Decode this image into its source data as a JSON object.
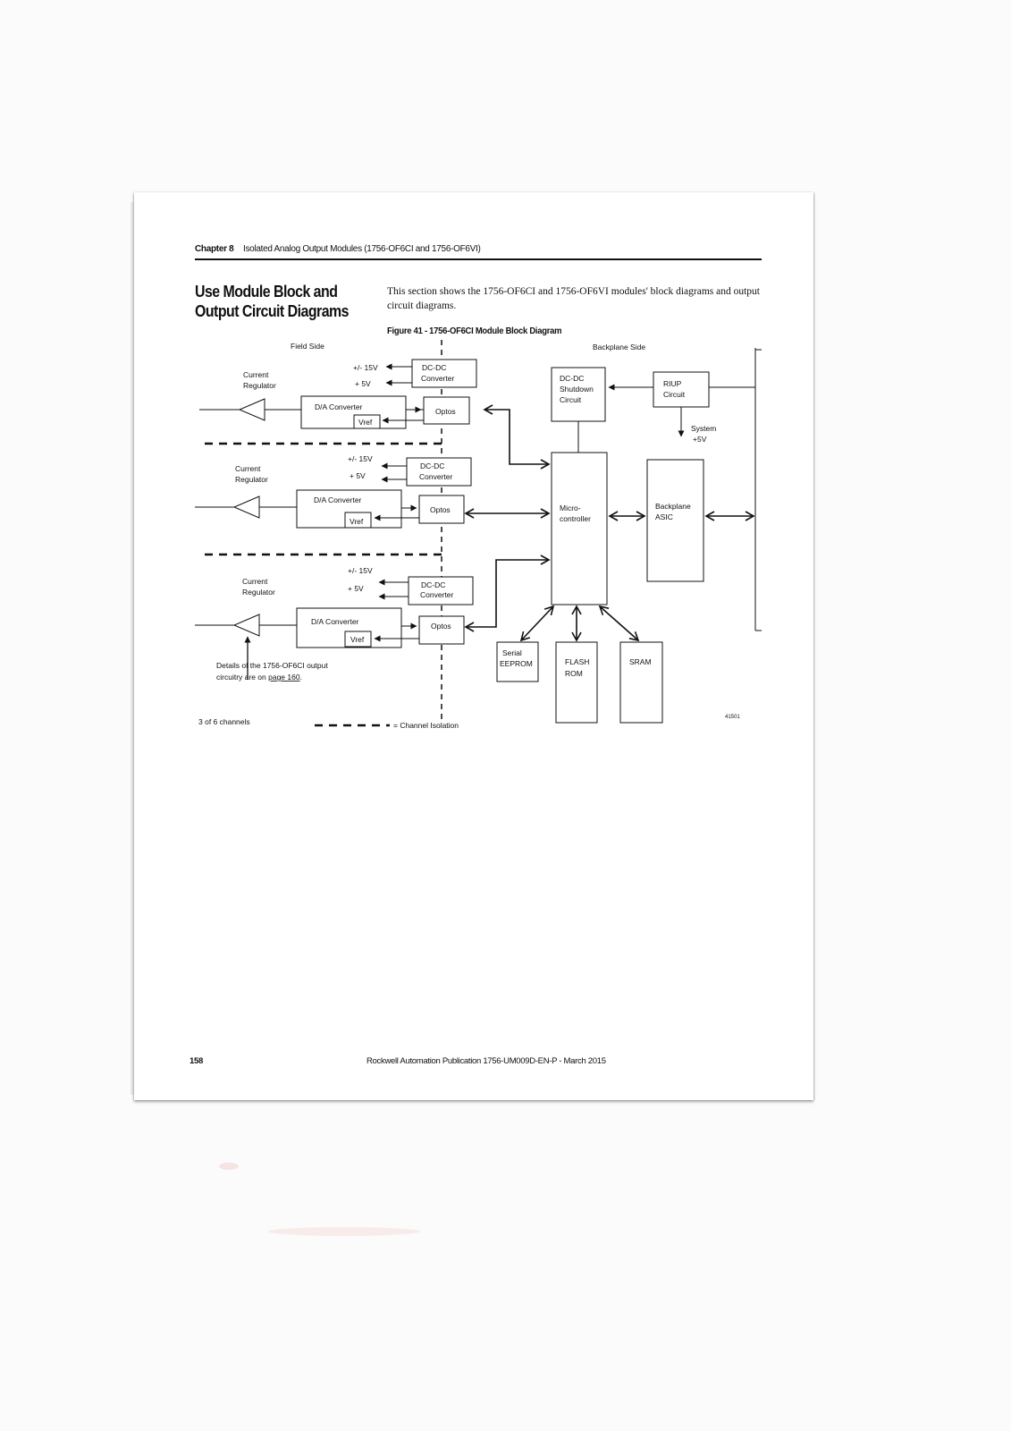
{
  "header": {
    "chapter": "Chapter 8",
    "title": "Isolated Analog Output Modules (1756-OF6CI and 1756-OF6VI)"
  },
  "section": {
    "title": "Use Module Block and Output Circuit Diagrams",
    "intro": "This section shows the 1756-OF6CI and 1756-OF6VI modules' block diagrams and output circuit diagrams."
  },
  "figure": {
    "caption": "Figure 41 - 1756-OF6CI Module Block Diagram",
    "field_side": "Field Side",
    "backplane_side": "Backplane Side",
    "pm15v": "+/- 15V",
    "p5v": "+ 5V",
    "current_regulator": [
      "Current",
      "Regulator"
    ],
    "da_converter": "D/A Converter",
    "vref": "Vref",
    "dcdc_converter": [
      "DC-DC",
      "Converter"
    ],
    "optos": "Optos",
    "dcdc_shutdown": [
      "DC-DC",
      "Shutdown",
      "Circuit"
    ],
    "riup": [
      "RIUP",
      "Circuit"
    ],
    "system_5v": [
      "System",
      "+5V"
    ],
    "microcontroller": [
      "Micro-",
      "controller"
    ],
    "backplane_asic": [
      "Backplane",
      "ASIC"
    ],
    "serial_eeprom": [
      "Serial",
      "EEPROM"
    ],
    "flash_rom": [
      "FLASH",
      "ROM"
    ],
    "sram": "SRAM",
    "details_note": [
      "Details of the 1756-OF6CI output",
      "circuitry are on "
    ],
    "details_link": "page 160",
    "channels_note": "3 of 6 channels",
    "isolation_legend": "= Channel Isolation",
    "figure_id": "41501"
  },
  "footer": {
    "page_number": "158",
    "publication": "Rockwell Automation Publication 1756-UM009D-EN-P - March 2015"
  }
}
